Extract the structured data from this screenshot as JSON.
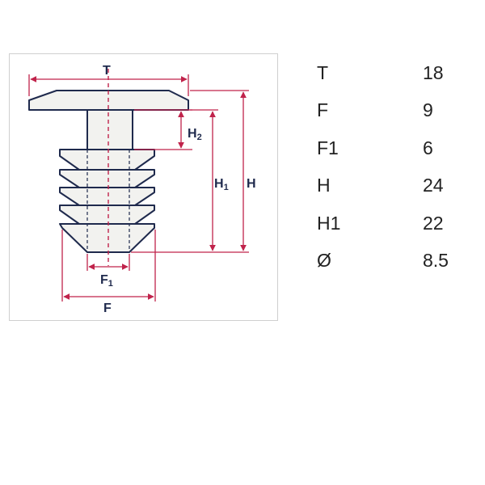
{
  "diagram": {
    "labels": {
      "T": "T",
      "H2_main": "H",
      "H2_sub": "2",
      "H1_main": "H",
      "H1_sub": "1",
      "H": "H",
      "F1_main": "F",
      "F1_sub": "1",
      "F": "F"
    },
    "colors": {
      "outline": "#1f2a4d",
      "body_fill": "#f2f2ef",
      "dimension": "#c0234b"
    }
  },
  "specs": [
    {
      "label": "T",
      "value": "18"
    },
    {
      "label": "F",
      "value": "9"
    },
    {
      "label": "F1",
      "value": "6"
    },
    {
      "label": "H",
      "value": "24"
    },
    {
      "label": "H1",
      "value": "22"
    },
    {
      "label": "Ø",
      "value": "8.5"
    }
  ]
}
